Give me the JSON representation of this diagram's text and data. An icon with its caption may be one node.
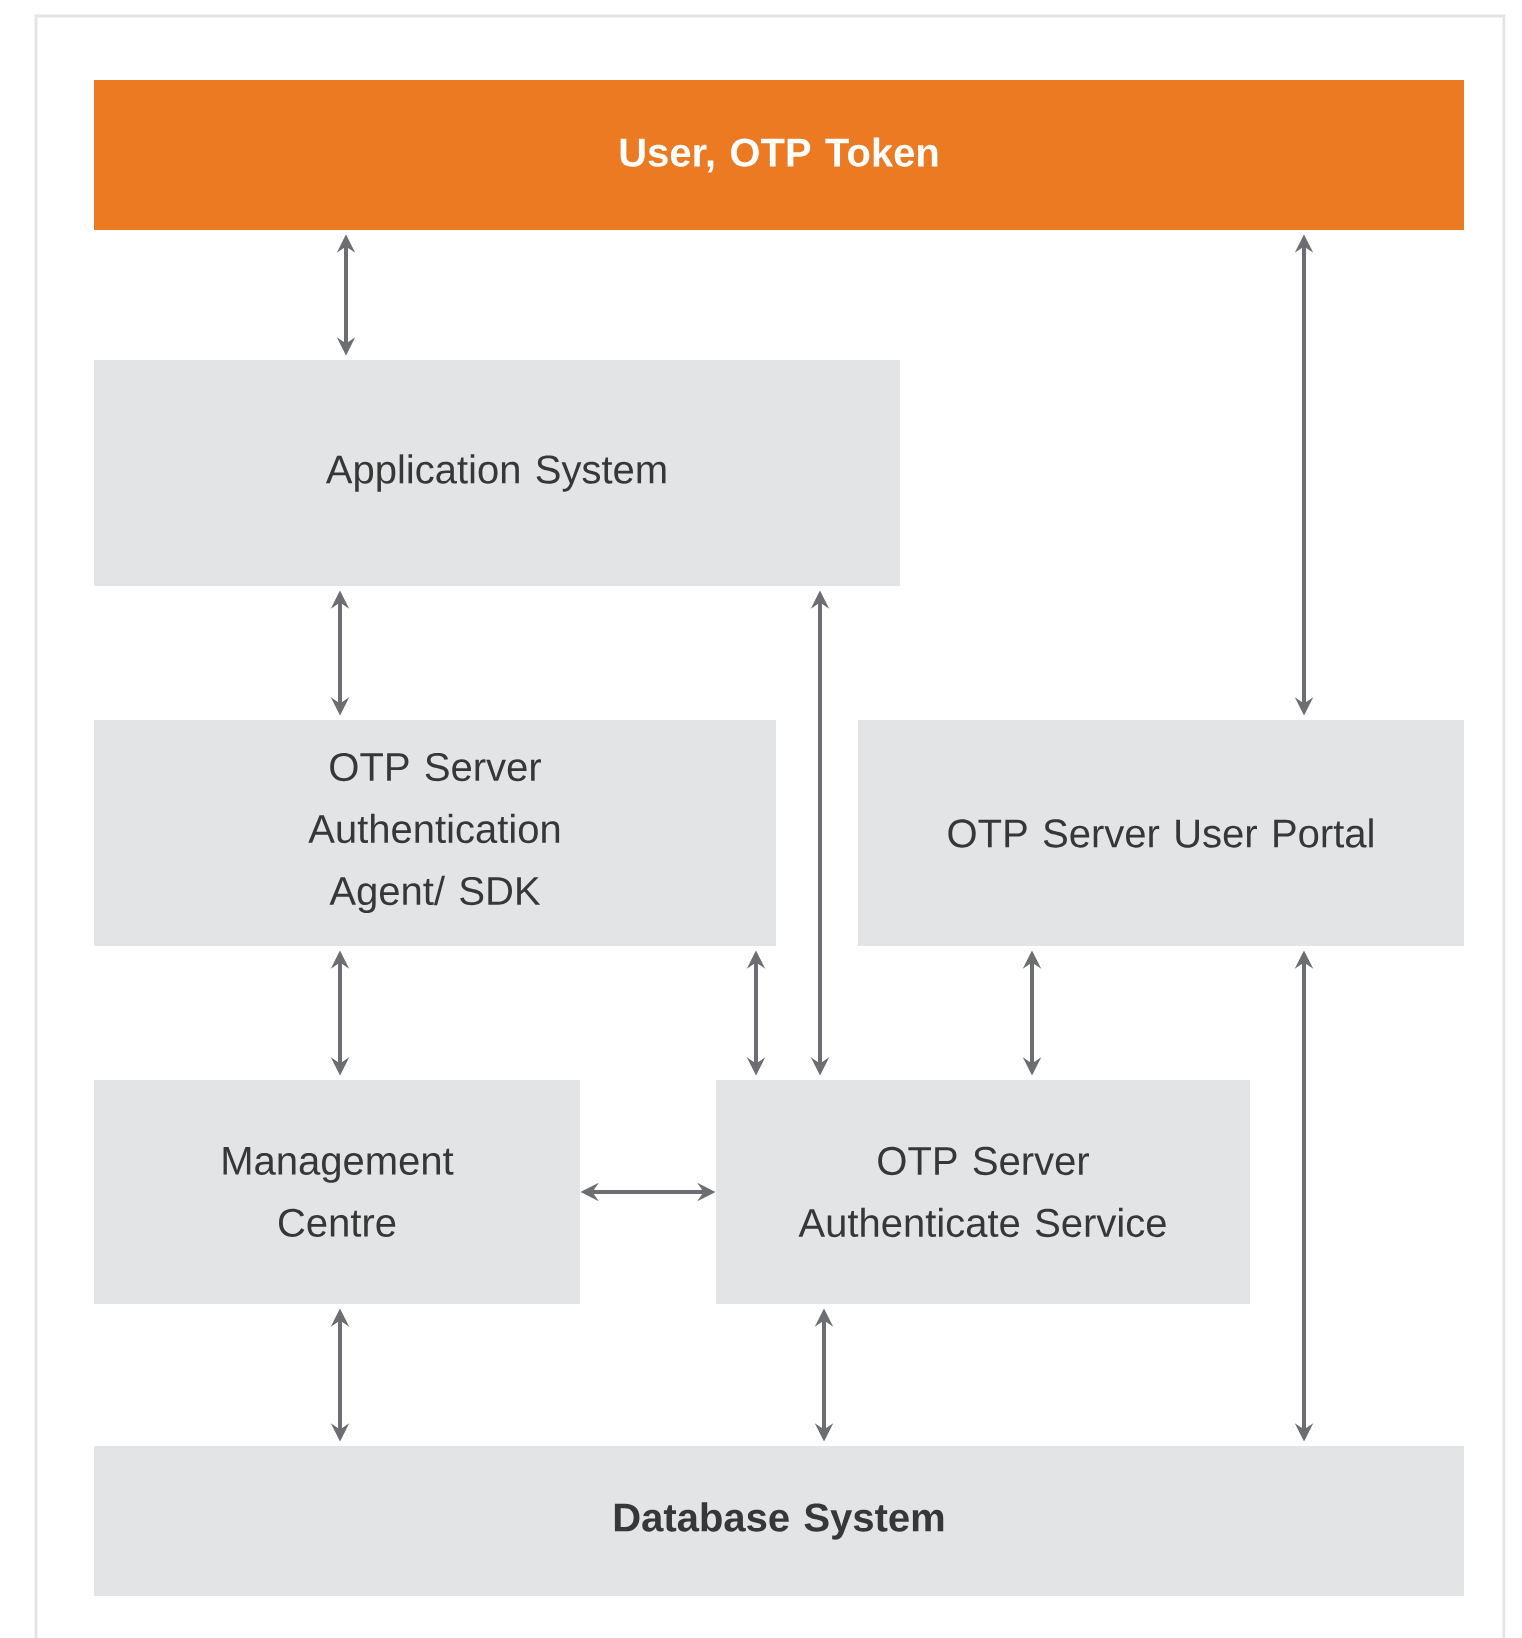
{
  "diagram": {
    "nodes": [
      {
        "text": [
          "User, OTP Token"
        ]
      },
      {
        "text": [
          "Application System"
        ]
      },
      {
        "text": [
          "OTP Server Authentication Agent/ SDK"
        ]
      },
      {
        "text": [
          "OTP Server User Portal"
        ]
      },
      {
        "text": [
          "Management Centre"
        ]
      },
      {
        "text": [
          "OTP Server Authenticate Service"
        ]
      },
      {
        "text": [
          "Database System"
        ]
      }
    ],
    "edges": [
      {
        "from": 0,
        "to": 1,
        "arrow": "both"
      },
      {
        "from": 0,
        "to": 3,
        "arrow": "both"
      },
      {
        "from": 1,
        "to": 2,
        "arrow": "both"
      },
      {
        "from": 1,
        "to": 5,
        "arrow": "both"
      },
      {
        "from": 2,
        "to": 4,
        "arrow": "both"
      },
      {
        "from": 2,
        "to": 5,
        "arrow": "both"
      },
      {
        "from": 3,
        "to": 5,
        "arrow": "both"
      },
      {
        "from": 4,
        "to": 5,
        "arrow": "both"
      },
      {
        "from": 4,
        "to": 6,
        "arrow": "both"
      },
      {
        "from": 5,
        "to": 6,
        "arrow": "both"
      },
      {
        "from": 3,
        "to": 6,
        "arrow": "both"
      }
    ]
  }
}
